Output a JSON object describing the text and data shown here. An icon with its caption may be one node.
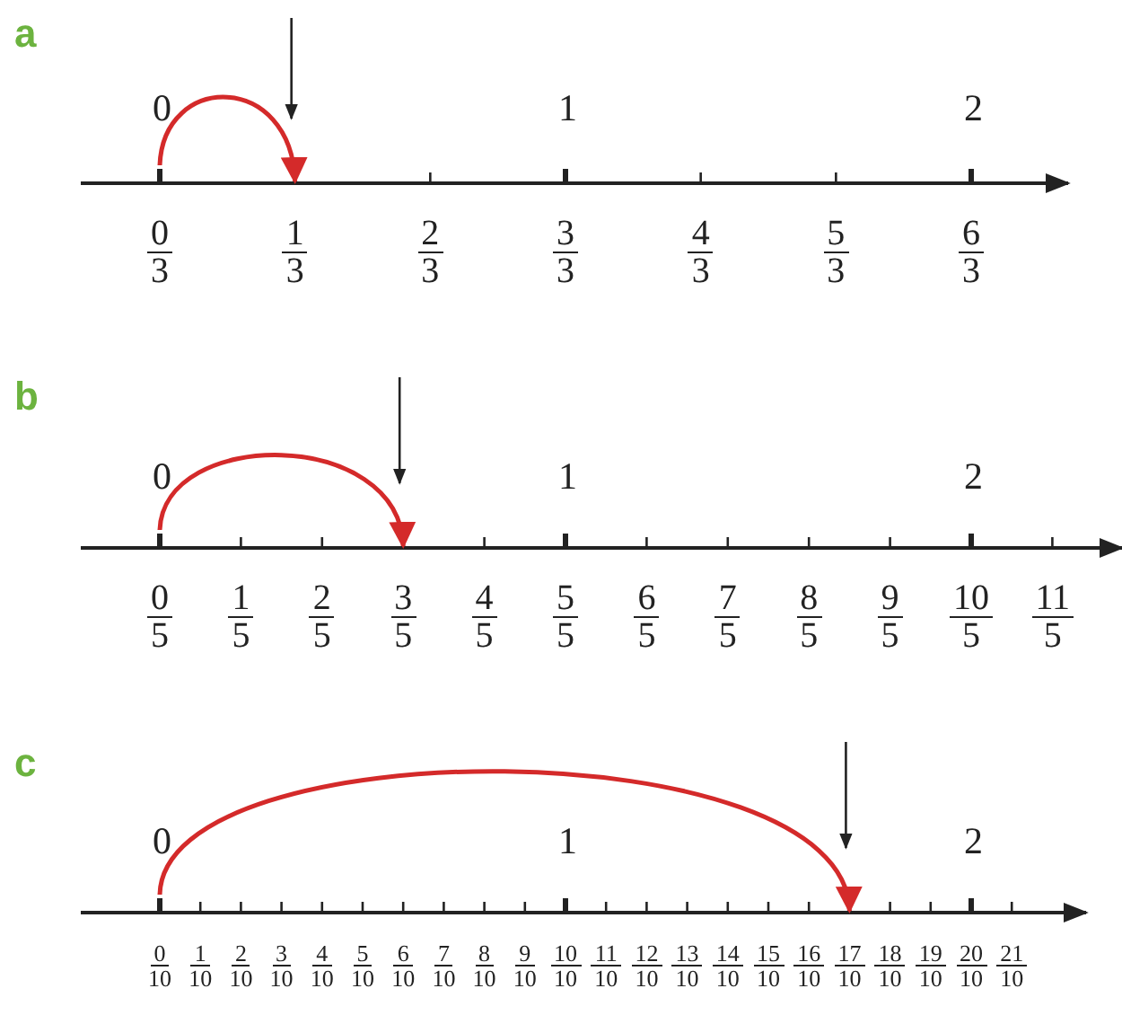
{
  "diagram": {
    "labels": [
      "a",
      "0",
      "1",
      "2",
      "0",
      "3",
      "1",
      "3",
      "2",
      "3",
      "3",
      "3",
      "4",
      "3",
      "5",
      "3",
      "6",
      "3",
      "b",
      "0",
      "1",
      "2",
      "0",
      "5",
      "1",
      "5",
      "2",
      "5",
      "3",
      "5",
      "4",
      "5",
      "5",
      "5",
      "6",
      "5",
      "7",
      "5",
      "8",
      "5",
      "9",
      "5",
      "10",
      "5",
      "11",
      "5",
      "c",
      "0",
      "1",
      "2",
      "0",
      "10",
      "1",
      "10",
      "2",
      "10",
      "3",
      "10",
      "4",
      "10",
      "5",
      "10",
      "6",
      "10",
      "7",
      "10",
      "8",
      "10",
      "9",
      "10",
      "10",
      "10",
      "11",
      "10",
      "12",
      "10",
      "13",
      "10",
      "14",
      "10",
      "15",
      "10",
      "16",
      "10",
      "17",
      "10",
      "18",
      "10",
      "19",
      "10",
      "20",
      "10",
      "21",
      "10"
    ]
  }
}
